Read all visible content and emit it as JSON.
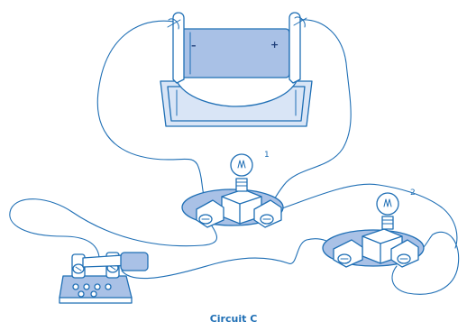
{
  "caption": "Circuit C",
  "battery": {
    "negative_sign": "–",
    "positive_sign": "+"
  },
  "bulb_labels": [
    "1",
    "2"
  ],
  "colors": {
    "line": "#1f6fb5",
    "fill": "#a9c1e6",
    "caption": "#1f6fb5"
  }
}
